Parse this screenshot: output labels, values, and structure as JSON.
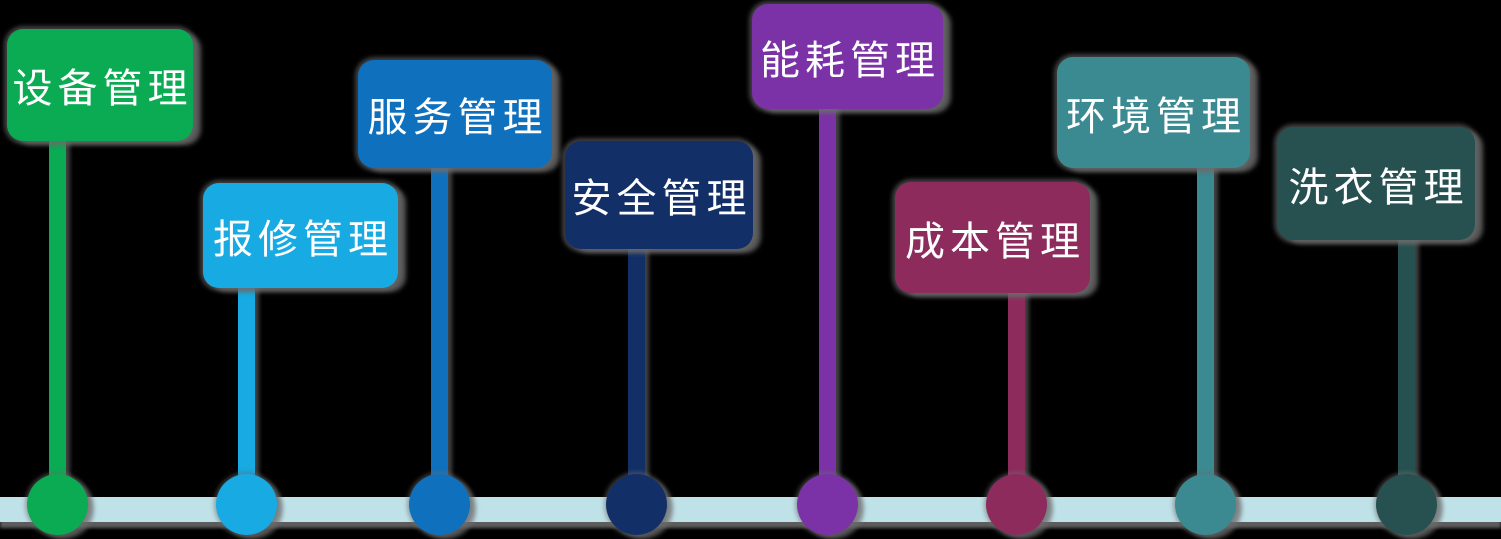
{
  "background_color": "#000000",
  "text_color": "#FFFFFF",
  "timeline": {
    "bar_color": "#BFE2E9",
    "shadow_color": "#AAAAAA"
  },
  "nodes": [
    {
      "id": "equipment-management",
      "label": "设备管理",
      "color": "#0AAB53"
    },
    {
      "id": "repair-management",
      "label": "报修管理",
      "color": "#17AAE3"
    },
    {
      "id": "service-management",
      "label": "服务管理",
      "color": "#0F70BE"
    },
    {
      "id": "safety-management",
      "label": "安全管理",
      "color": "#132F67"
    },
    {
      "id": "energy-management",
      "label": "能耗管理",
      "color": "#7B32A7"
    },
    {
      "id": "cost-management",
      "label": "成本管理",
      "color": "#8E2B5D"
    },
    {
      "id": "environment-management",
      "label": "环境管理",
      "color": "#3B8A91"
    },
    {
      "id": "laundry-management",
      "label": "洗衣管理",
      "color": "#265150"
    }
  ]
}
